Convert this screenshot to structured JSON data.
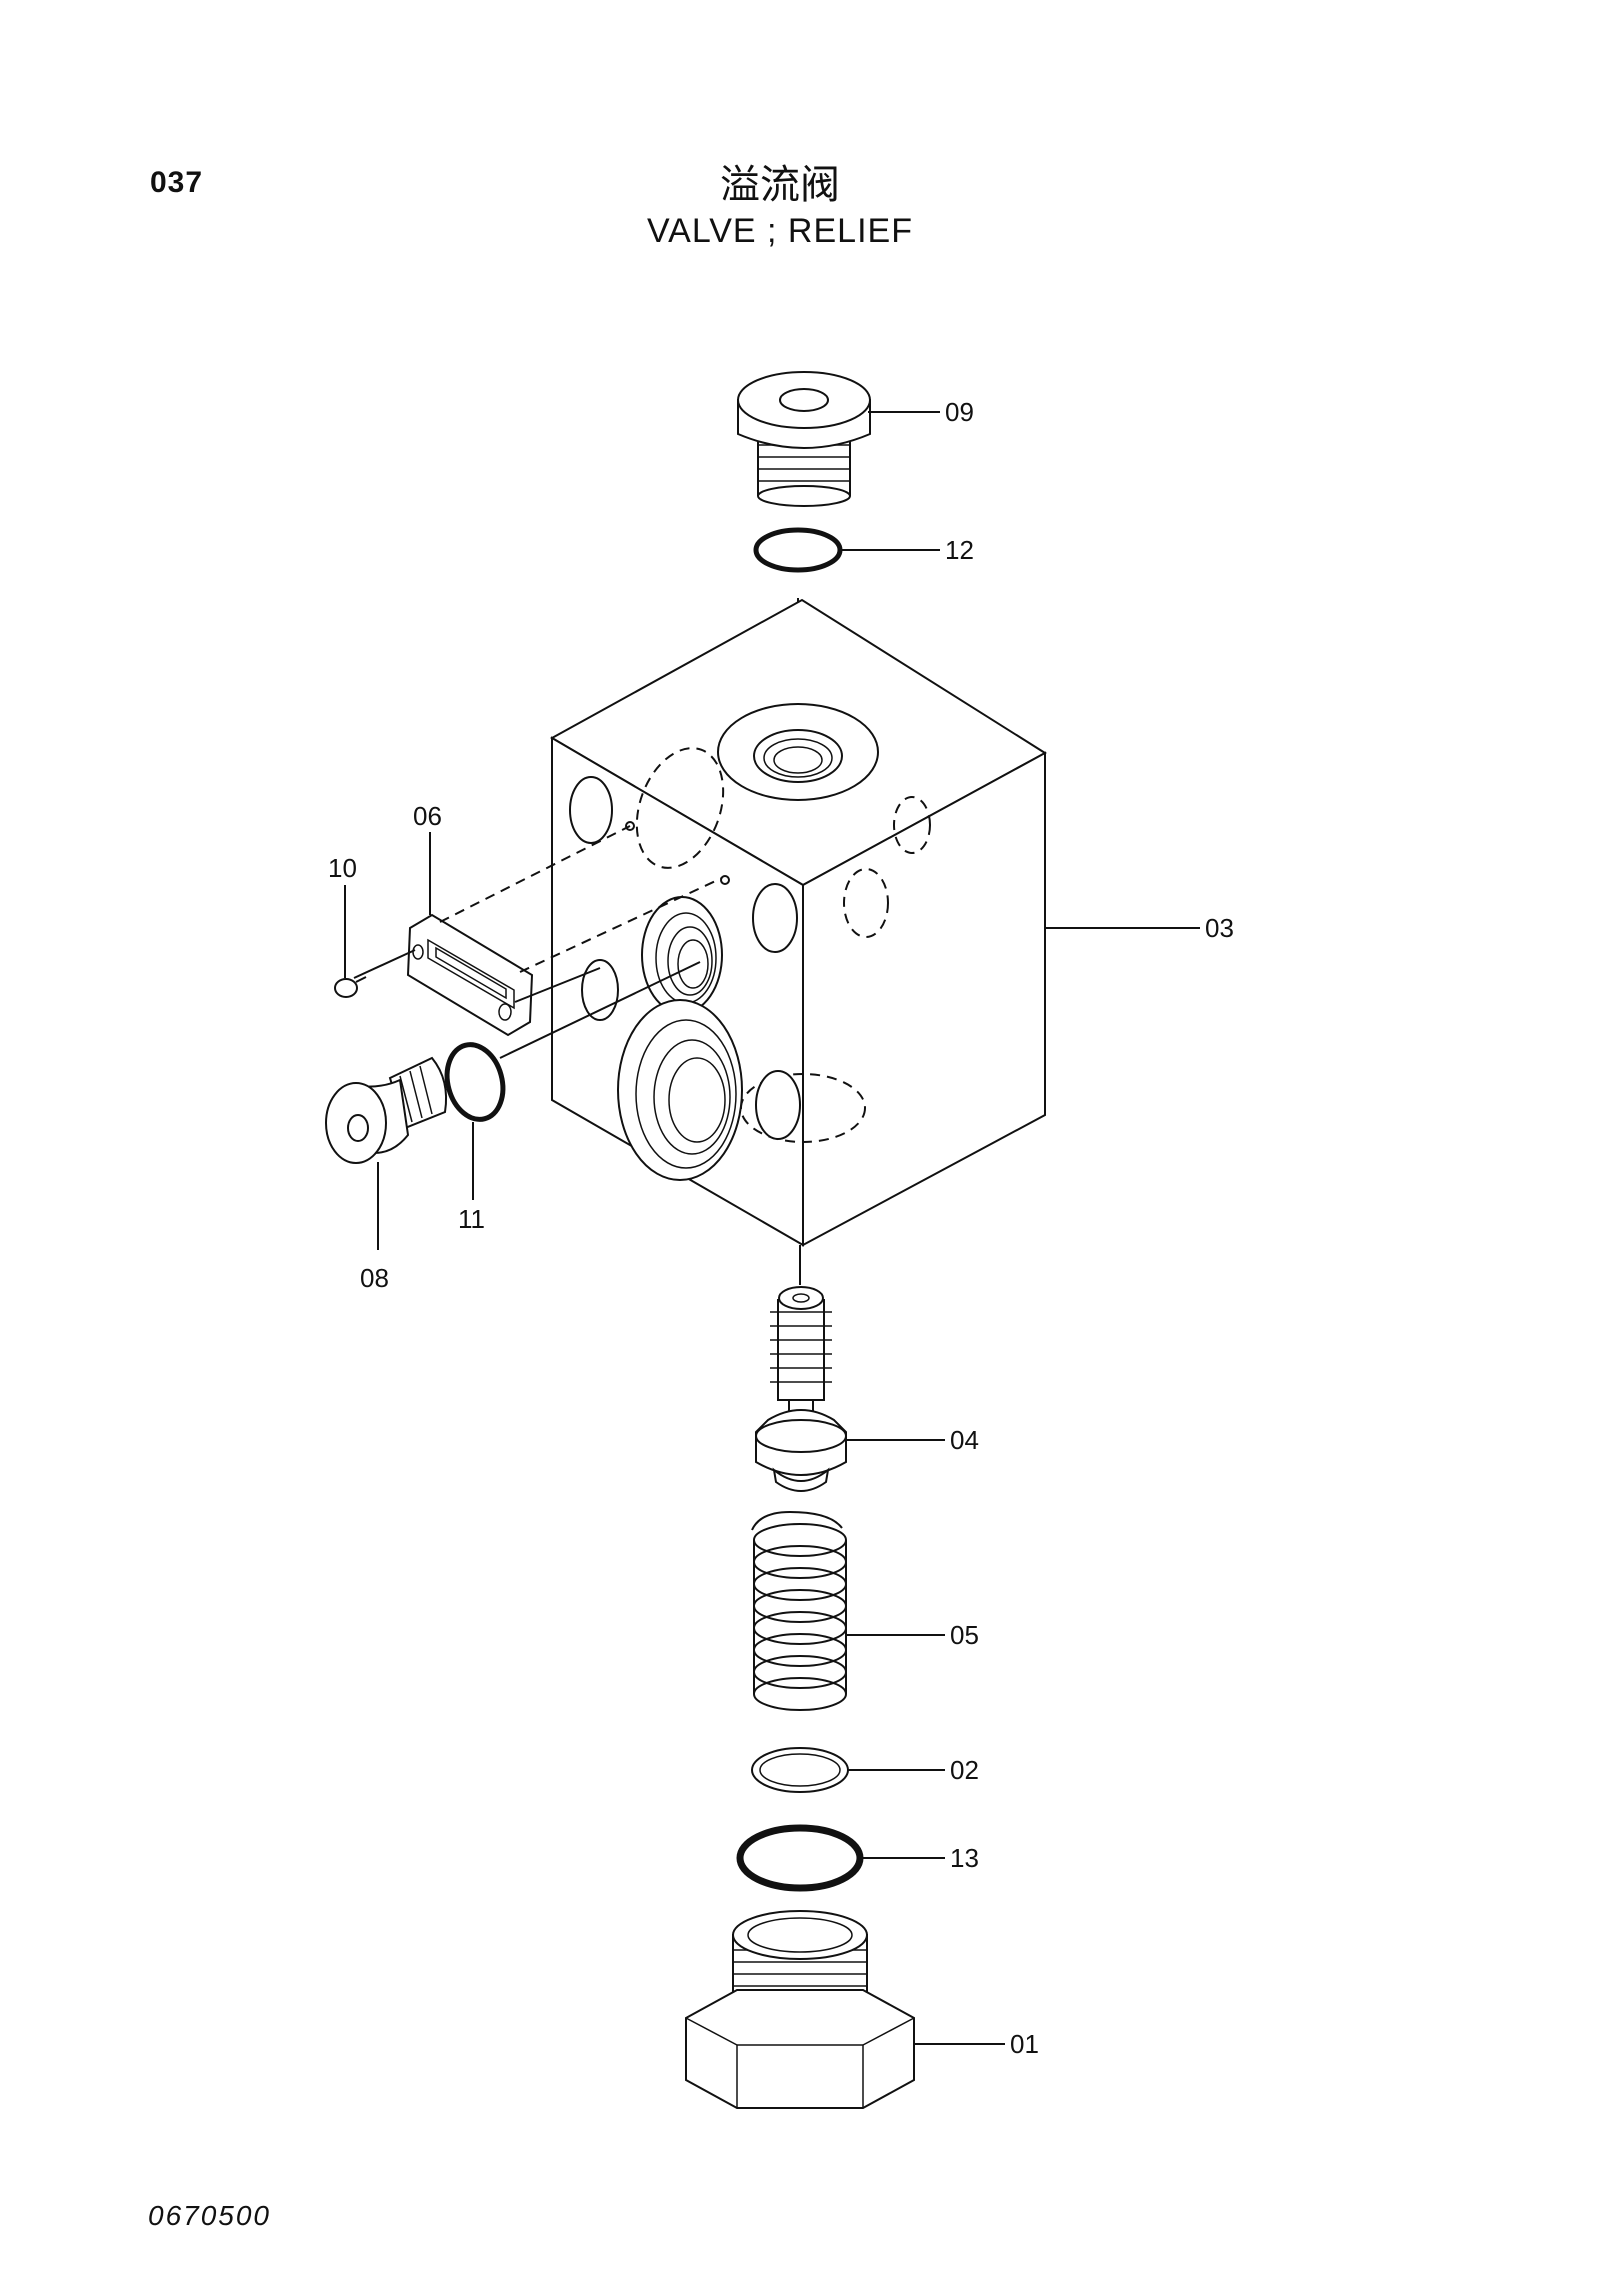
{
  "header": {
    "page_number": "037",
    "title_cn": "溢流阀",
    "title_en": "VALVE ; RELIEF"
  },
  "footer": {
    "doc_code": "0670500"
  },
  "callouts": {
    "p01": "01",
    "p02": "02",
    "p03": "03",
    "p04": "04",
    "p05": "05",
    "p06": "06",
    "p08": "08",
    "p09": "09",
    "p10": "10",
    "p11": "11",
    "p12": "12",
    "p13": "13"
  }
}
